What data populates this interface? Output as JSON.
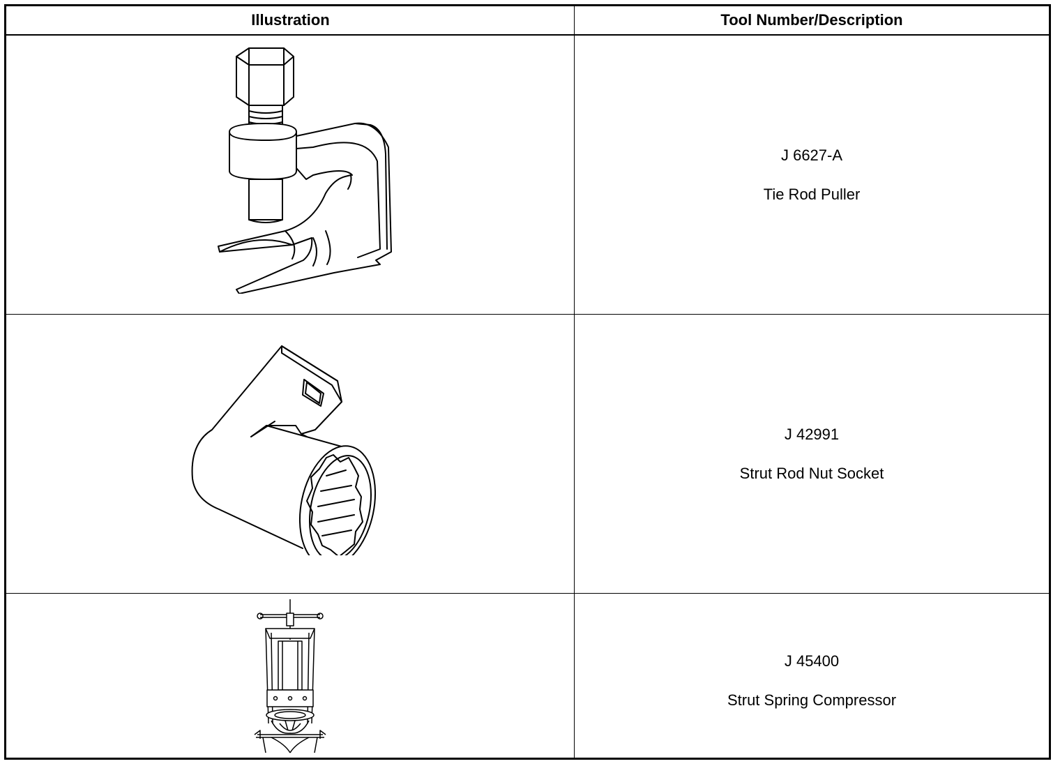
{
  "table": {
    "headers": {
      "illustration": "Illustration",
      "tool": "Tool Number/Description"
    },
    "rows": [
      {
        "number": "J 6627-A",
        "description": "Tie Rod Puller",
        "icon": "tie-rod-puller-icon"
      },
      {
        "number": "J 42991",
        "description": "Strut Rod Nut Socket",
        "icon": "strut-rod-nut-socket-icon"
      },
      {
        "number": "J 45400",
        "description": "Strut Spring Compressor",
        "icon": "strut-spring-compressor-icon"
      }
    ]
  }
}
